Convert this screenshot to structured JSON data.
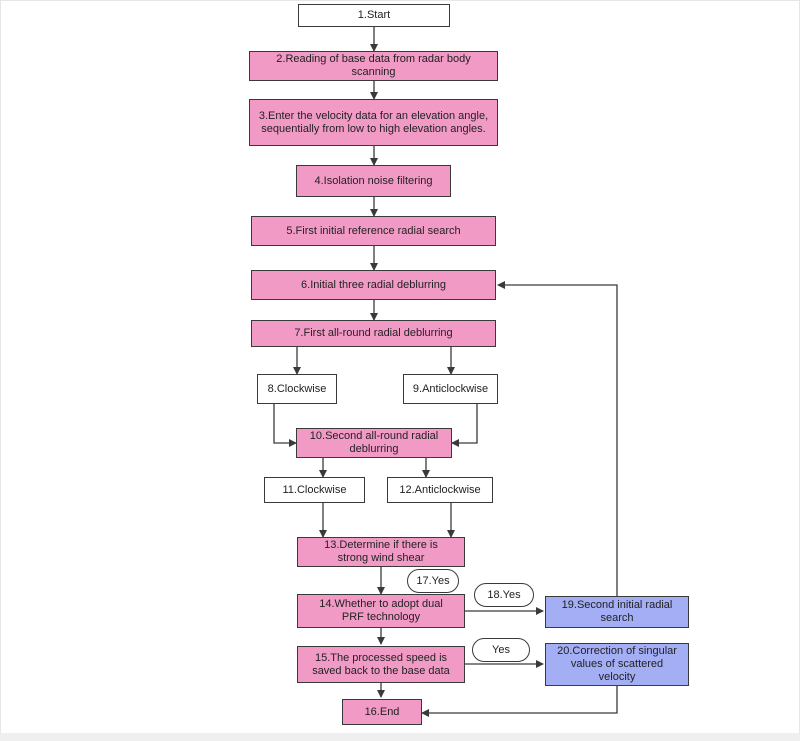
{
  "nodes": {
    "n1": "1.Start",
    "n2": "2.Reading of base data from radar body scanning",
    "n3": "3.Enter the velocity data for an elevation angle, sequentially from low to high elevation angles.",
    "n4": "4.Isolation noise filtering",
    "n5": "5.First initial reference radial search",
    "n6": "6.Initial three radial deblurring",
    "n7": "7.First all-round radial deblurring",
    "n8": "8.Clockwise",
    "n9": "9.Anticlockwise",
    "n10": "10.Second all-round radial deblurring",
    "n11": "11.Clockwise",
    "n12": "12.Anticlockwise",
    "n13": "13.Determine if there is strong wind shear",
    "n14": "14.Whether to adopt dual PRF technology",
    "n15": "15.The processed speed is saved back to the base data",
    "n16": "16.End",
    "n19": "19.Second initial radial search",
    "n20": "20.Correction of singular values of scattered velocity"
  },
  "labels": {
    "l17": "17.Yes",
    "l18": "18.Yes",
    "lyes": "Yes"
  },
  "colors": {
    "process_pink": "#f29ac6",
    "process_blue": "#a3aef5",
    "border": "#3a3a3a"
  }
}
